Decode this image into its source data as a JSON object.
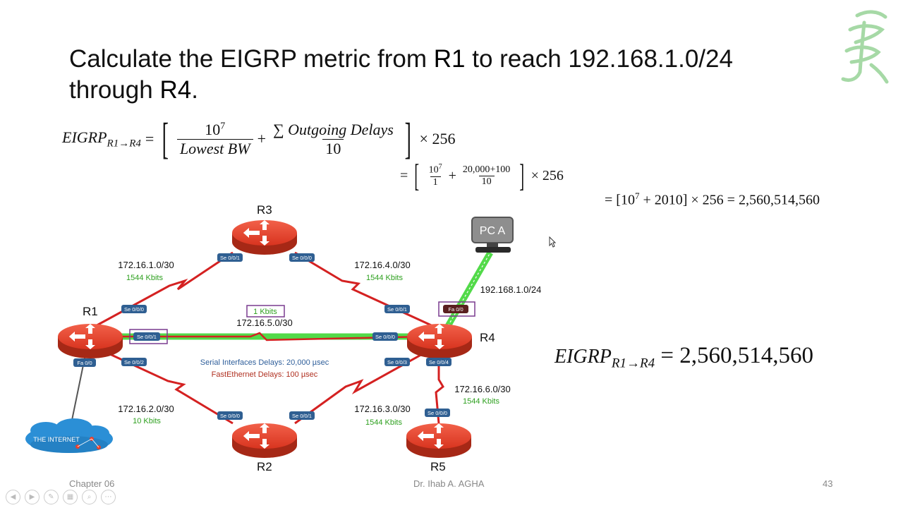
{
  "slide": {
    "title_pre": "Calculate the EIGRP metric from ",
    "title_r1": "R1",
    "title_mid": " to reach 192.168.1.0/24",
    "title_line2_pre": "through ",
    "title_r4": "R4",
    "title_end": ".",
    "footer_left": "Chapter 06",
    "footer_center": "Dr. Ihab A. AGHA",
    "page_number": "43"
  },
  "formula": {
    "lhs_main": "EIGRP",
    "lhs_sub": "R1→R4",
    "eq": "=",
    "f1_num_base": "10",
    "f1_num_exp": "7",
    "f1_den": "Lowest BW",
    "plus": "+",
    "f2_num": "∑ Outgoing Delays",
    "f2_den": "10",
    "times_256": "× 256",
    "l2_eq": "=",
    "l2_f1_num_base": "10",
    "l2_f1_num_exp": "7",
    "l2_f1_den": "1",
    "l2_plus": "+",
    "l2_f2_num": "20,000+100",
    "l2_f2_den": "10",
    "l2_times": "× 256",
    "l3_pre": "= [10",
    "l3_exp": "7",
    "l3_post": " + 2010] × 256 = 2,560,514,560",
    "result_main": "EIGRP",
    "result_sub": "R1→R4",
    "result_value": " = 2,560,514,560"
  },
  "routers": {
    "r1": "R1",
    "r2": "R2",
    "r3": "R3",
    "r4": "R4",
    "r5": "R5"
  },
  "pc": {
    "label": "PC A"
  },
  "cloud": {
    "label": "THE INTERNET"
  },
  "links": {
    "r1_r3_net": "172.16.1.0/30",
    "r1_r3_bw": "1544 Kbits",
    "r3_r4_net": "172.16.4.0/30",
    "r3_r4_bw": "1544 Kbits",
    "r1_r4_net": "172.16.5.0/30",
    "r1_r4_bw": "1 Kbits",
    "r1_r2_net": "172.16.2.0/30",
    "r1_r2_bw": "10 Kbits",
    "r2_r4_net": "172.16.3.0/30",
    "r2_r4_bw": "1544 Kbits",
    "r4_r5_net": "172.16.6.0/30",
    "r4_r5_bw": "1544 Kbits",
    "lan_net": "192.168.1.0/24"
  },
  "interfaces": {
    "r1_se000": "Se 0/0/0",
    "r1_se001": "Se 0/0/1",
    "r1_se002": "Se 0/0/2",
    "r1_fa00": "Fa 0/0",
    "r3_se001": "Se 0/0/1",
    "r3_se000": "Se 0/0/0",
    "r4_se001": "Se 0/0/1",
    "r4_fa00": "Fa 0/0",
    "r4_se000": "Se 0/0/0",
    "r4_se003": "Se 0/0/3",
    "r4_se004": "Se 0/0/4",
    "r2_se000": "Se 0/0/0",
    "r2_se001": "Se 0/0/1",
    "r5_se000": "Se 0/0/0"
  },
  "notes": {
    "serial_delay": "Serial Interfaces Delays: 20,000 µsec",
    "fe_delay": "FastEthernet Delays: 100 µsec"
  },
  "colors": {
    "router": "#e8412c",
    "router_dark": "#b02a18",
    "serial_link": "#d42121",
    "path_highlight": "#35d42a",
    "iface_badge": "#2f5f92",
    "highlight_box": "#7a3b8f",
    "bw_green": "#2ea01f",
    "note_blue": "#2e5e9a",
    "note_red": "#b03020",
    "cloud": "#2b8fd6"
  },
  "toolbar_icons": [
    "prev-icon",
    "next-icon",
    "pen-icon",
    "slides-icon",
    "zoom-icon",
    "more-icon"
  ]
}
